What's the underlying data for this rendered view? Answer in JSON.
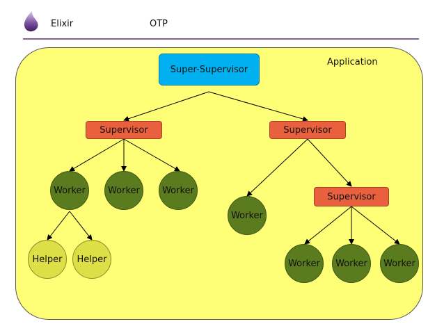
{
  "header": {
    "brand": "Elixir",
    "section": "OTP"
  },
  "diagram": {
    "application_label": "Application",
    "super_supervisor": "Super-Supervisor",
    "supervisor_left": "Supervisor",
    "supervisor_right": "Supervisor",
    "supervisor_sub": "Supervisor",
    "worker": "Worker",
    "helper": "Helper"
  },
  "colors": {
    "application_bg": "#ffff77",
    "super_supervisor": "#00b0f0",
    "supervisor": "#e9603f",
    "worker": "#5b7b1f",
    "helper": "#dede46",
    "header_rule": "#7b6491"
  }
}
